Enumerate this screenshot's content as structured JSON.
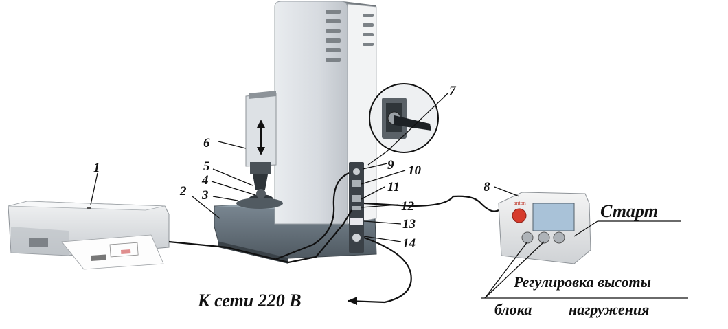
{
  "callouts": {
    "n1": "1",
    "n2": "2",
    "n3": "3",
    "n4": "4",
    "n5": "5",
    "n6": "6",
    "n7": "7",
    "n8": "8",
    "n9": "9",
    "n10": "10",
    "n11": "11",
    "n12": "12",
    "n13": "13",
    "n14": "14"
  },
  "labels": {
    "start": "Старт",
    "height_line1": "Регулировка высоты",
    "height_line2_a": "блока",
    "height_line2_b": "нагружения",
    "mains": "К сети 220 В"
  },
  "control_panel": {
    "brand": "anton"
  }
}
